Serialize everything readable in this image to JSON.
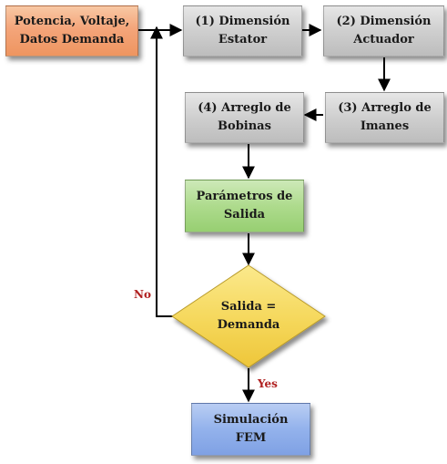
{
  "nodes": {
    "inputs": {
      "line1": "Potencia, Voltaje,",
      "line2": "Datos Demanda"
    },
    "step1": {
      "line1": "(1) Dimensión",
      "line2": "Estator"
    },
    "step2": {
      "line1": "(2) Dimensión",
      "line2": "Actuador"
    },
    "step3": {
      "line1": "(3) Arreglo de",
      "line2": "Imanes"
    },
    "step4": {
      "line1": "(4) Arreglo de",
      "line2": "Bobinas"
    },
    "output": {
      "line1": "Parámetros de",
      "line2": "Salida"
    },
    "decision": {
      "line1": "Salida =",
      "line2": "Demanda"
    },
    "fem": {
      "line1": "Simulación",
      "line2": "FEM"
    }
  },
  "edges": {
    "no_label": "No",
    "yes_label": "Yes"
  },
  "colors": {
    "inputs": "#f4a57a",
    "steps": "#cfcfcf",
    "output": "#aedb8d",
    "decision": "#f5d75a",
    "fem": "#93b2ec",
    "edge_label": "#b02020",
    "connector": "#000000"
  }
}
